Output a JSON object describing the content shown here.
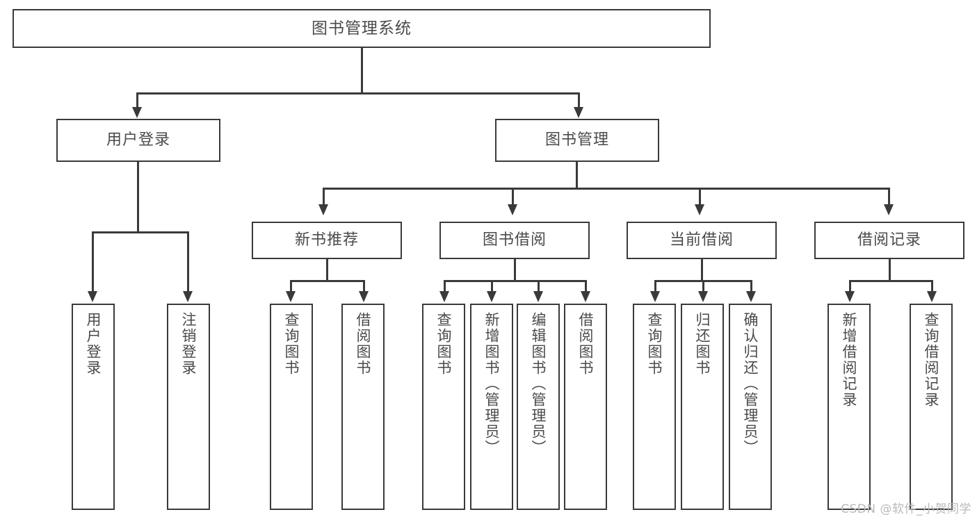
{
  "diagram": {
    "title": "图书管理系统",
    "type": "tree",
    "root": {
      "id": "root",
      "label": "图书管理系统"
    },
    "level2": [
      {
        "id": "user-login",
        "label": "用户登录"
      },
      {
        "id": "book-manage",
        "label": "图书管理"
      }
    ],
    "level3": [
      {
        "id": "new-book-rec",
        "label": "新书推荐",
        "parent": "book-manage"
      },
      {
        "id": "book-borrow",
        "label": "图书借阅",
        "parent": "book-manage"
      },
      {
        "id": "current-borrow",
        "label": "当前借阅",
        "parent": "book-manage"
      },
      {
        "id": "borrow-record",
        "label": "借阅记录",
        "parent": "book-manage"
      }
    ],
    "leaves": {
      "user_login": [
        {
          "id": "leaf-user-login",
          "label": "用户登录"
        },
        {
          "id": "leaf-logout",
          "label": "注销登录"
        }
      ],
      "new_book_rec": [
        {
          "id": "leaf-query-book-1",
          "label": "查询图书"
        },
        {
          "id": "leaf-borrow-book-1",
          "label": "借阅图书"
        }
      ],
      "book_borrow": [
        {
          "id": "leaf-query-book-2",
          "label": "查询图书"
        },
        {
          "id": "leaf-add-book",
          "label": "新增图书（管理员）"
        },
        {
          "id": "leaf-edit-book",
          "label": "编辑图书（管理员）"
        },
        {
          "id": "leaf-borrow-book-2",
          "label": "借阅图书"
        }
      ],
      "current_borrow": [
        {
          "id": "leaf-query-book-3",
          "label": "查询图书"
        },
        {
          "id": "leaf-return-book",
          "label": "归还图书"
        },
        {
          "id": "leaf-confirm-return",
          "label": "确认归还（管理员）"
        }
      ],
      "borrow_record": [
        {
          "id": "leaf-add-record",
          "label": "新增借阅记录"
        },
        {
          "id": "leaf-query-record",
          "label": "查询借阅记录"
        }
      ]
    }
  },
  "watermark": {
    "text": "CSDN @软件_小贺同学"
  },
  "colors": {
    "box_border": "#3a3a3a",
    "text": "#4a4a4a",
    "background": "#ffffff",
    "watermark": "#b9b9b9"
  }
}
